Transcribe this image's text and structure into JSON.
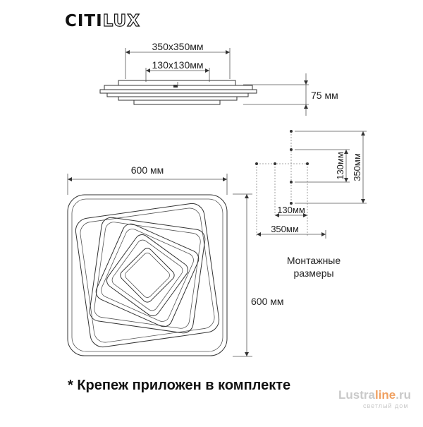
{
  "brand": {
    "name_part1": "CITI",
    "name_part2": "LUX"
  },
  "side_view": {
    "outer_size": "350x350мм",
    "inner_size": "130x130мм",
    "height": "75 мм"
  },
  "top_view": {
    "width": "600 мм",
    "height": "600 мм"
  },
  "mounting": {
    "v_small": "130мм",
    "v_large": "350мм",
    "h_small": "130мм",
    "h_large": "350мм",
    "caption_line1": "Монтажные",
    "caption_line2": "размеры"
  },
  "footnote": "* Крепеж приложен в комплекте",
  "watermark": {
    "part1": "Lustra",
    "part2": "line",
    "part3": ".ru",
    "tagline": "светлый дом"
  }
}
